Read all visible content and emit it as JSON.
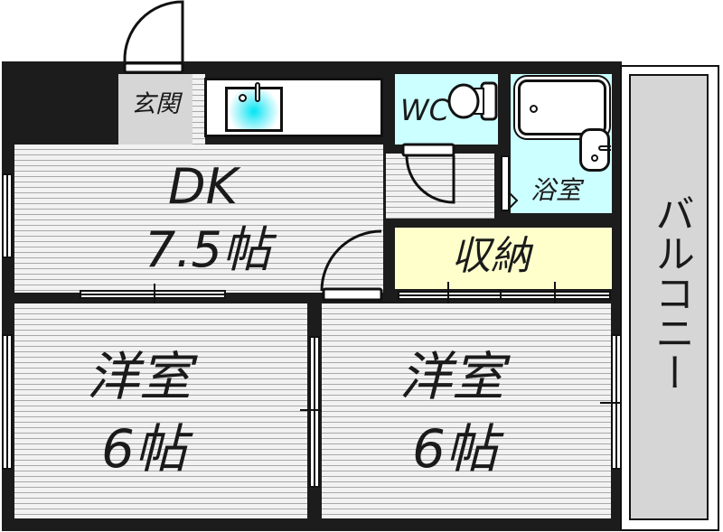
{
  "floorplan": {
    "rooms": {
      "entrance": {
        "label": "玄関"
      },
      "dk": {
        "label": "DK",
        "size": "7.5帖"
      },
      "wc": {
        "label": "WC"
      },
      "bath": {
        "label": "浴室"
      },
      "storage": {
        "label": "収納"
      },
      "western_room_1": {
        "label": "洋室",
        "size": "6帖"
      },
      "western_room_2": {
        "label": "洋室",
        "size": "6帖"
      },
      "balcony": {
        "label": "バルコニー"
      }
    },
    "colors": {
      "wall": "#1c1c1c",
      "floor": "#f2f2f2",
      "wet_area": "#ccffff",
      "storage": "#ffffcc",
      "entrance_balcony": "#d6d6d6",
      "sink_water": "#33e6f0"
    }
  }
}
